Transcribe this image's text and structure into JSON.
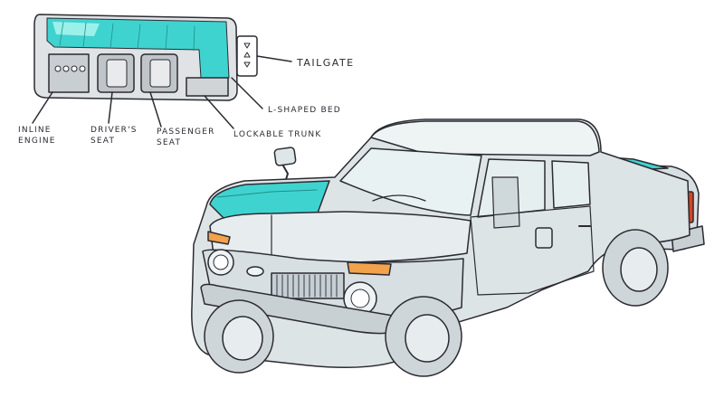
{
  "colors": {
    "accent_teal": "#3fd3cf",
    "body_gray": "#dde4e6",
    "ink": "#2b2b33",
    "indicator_orange": "#f2a24a",
    "taillight_red": "#d9441f"
  },
  "labels": {
    "tailgate": "TAILGATE",
    "l_shaped_bed": "L-SHAPED BED",
    "inline_engine": "INLINE ENGINE",
    "drivers_seat": "DRIVER'S SEAT",
    "passenger_seat": "PASSENGER SEAT",
    "lockable_trunk": "LOCKABLE TRUNK"
  }
}
